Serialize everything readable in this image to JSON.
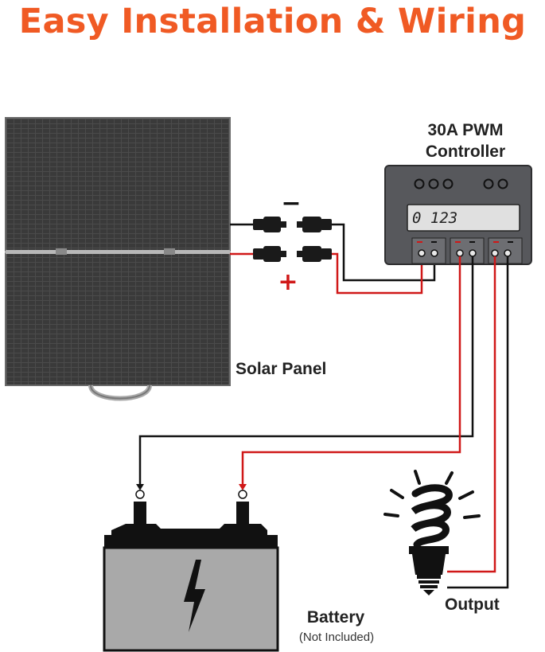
{
  "title": "Easy Installation & Wiring",
  "labels": {
    "controller_line1": "30A PWM",
    "controller_line2": "Controller",
    "solar_panel": "Solar Panel",
    "battery": "Battery",
    "battery_note": "(Not Included)",
    "output": "Output",
    "display": "0 123",
    "minus": "−",
    "plus": "+"
  },
  "colors": {
    "accent": "#f05a24",
    "wire_positive": "#d01818",
    "wire_negative": "#111111",
    "panel": "#4a4a4a",
    "controller": "#55565a",
    "battery": "#a8a8a8"
  },
  "icons": [
    "solar-panel-icon",
    "mc4-connector-icon",
    "pwm-controller-icon",
    "battery-icon",
    "lightning-bolt-icon",
    "light-bulb-icon"
  ]
}
